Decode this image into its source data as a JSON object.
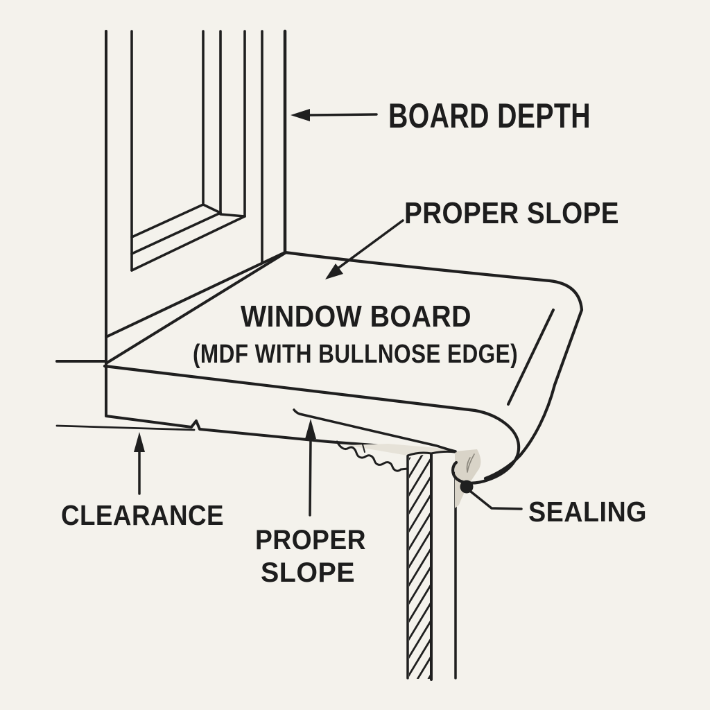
{
  "labels": {
    "board_depth": "BOARD DEPTH",
    "proper_slope_top": "PROPER SLOPE",
    "window_board_title": "WINDOW BOARD",
    "window_board_subtitle": "(MDF WITH BULLNOSE EDGE)",
    "clearance": "CLEARANCE",
    "proper_slope_bottom_line1": "PROPER",
    "proper_slope_bottom_line2": "SLOPE",
    "sealing": "SEALING"
  },
  "colors": {
    "background": "#f4f2ec",
    "line": "#1f1f1f",
    "text": "#1d1d1d",
    "sealant": "#d9d4c8",
    "shading": "#e6e2d8"
  }
}
